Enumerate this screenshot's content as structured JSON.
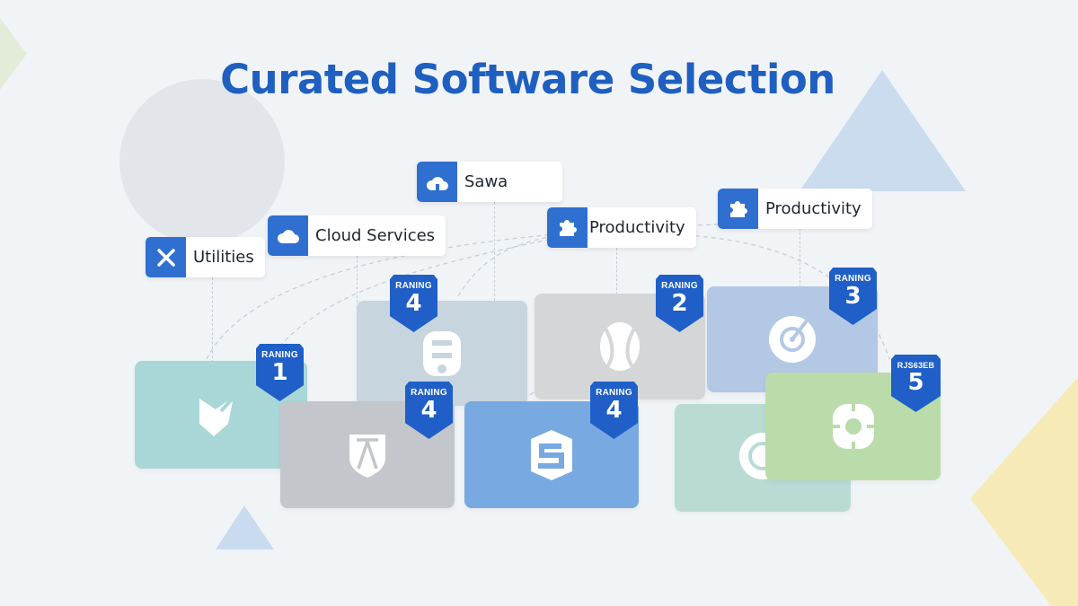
{
  "title": "Curated Software Selection",
  "categories": [
    {
      "label": "Utilities",
      "icon": "wrench-screwdriver-icon"
    },
    {
      "label": "Cloud Services",
      "icon": "cloud-icon"
    },
    {
      "label": "Sawa",
      "icon": "cloud-home-icon"
    },
    {
      "label": "Productivity",
      "icon": "puzzle-icon"
    },
    {
      "label": "Productivity",
      "icon": "puzzle-icon"
    }
  ],
  "cards": [
    {
      "badge_label": "RANING",
      "rank": "1",
      "color": "#a9d6d7"
    },
    {
      "badge_label": "RANING",
      "rank": "4",
      "color": "#c7d5df"
    },
    {
      "badge_label": "RANING",
      "rank": "2",
      "color": "#d5d6d7"
    },
    {
      "badge_label": "RANING",
      "rank": "3",
      "color": "#b3c8e4"
    },
    {
      "badge_label": "RANING",
      "rank": "4",
      "color": "#c3c6ca"
    },
    {
      "badge_label": "RANING",
      "rank": "4",
      "color": "#78a9e0"
    },
    {
      "color": "#b9dbd3"
    },
    {
      "badge_label": "RJS63EB",
      "rank": "5",
      "color": "#badcab"
    }
  ]
}
